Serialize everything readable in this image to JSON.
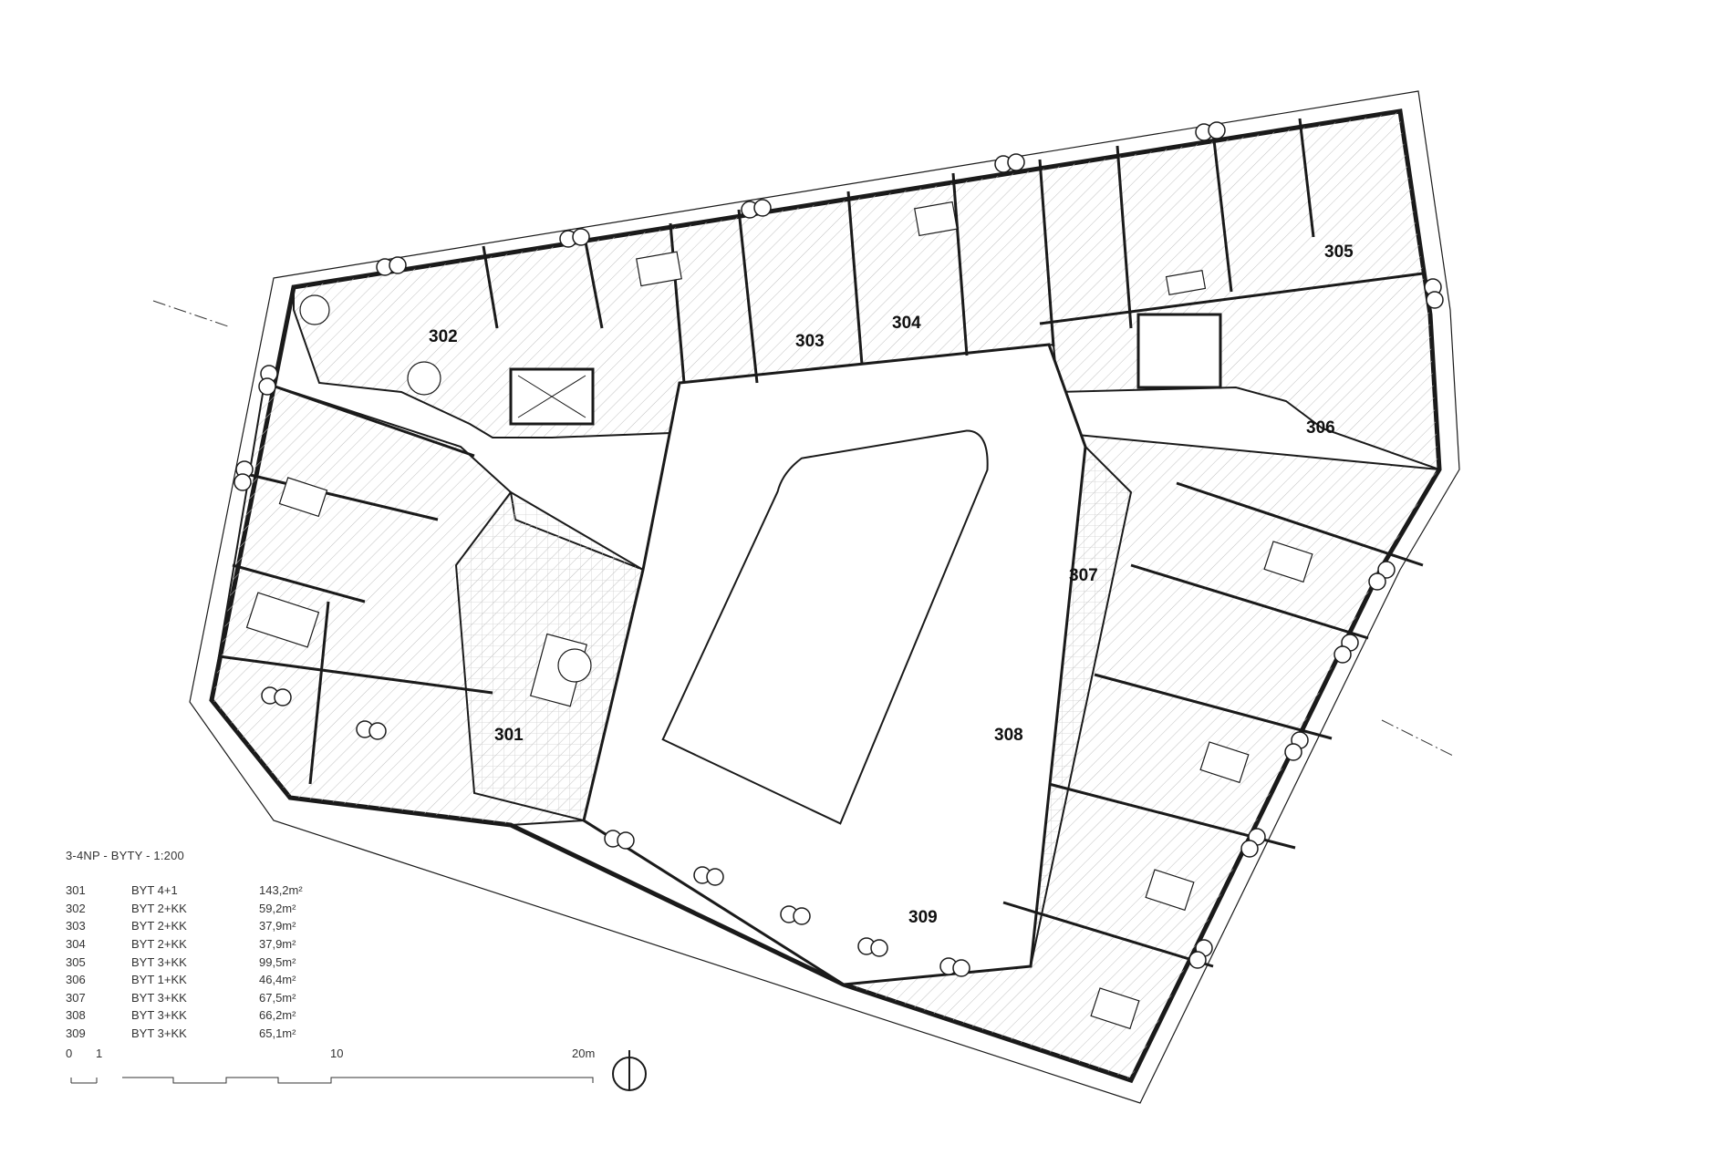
{
  "plan": {
    "title": "3-4NP - BYTY - 1:200",
    "unit_labels": [
      "302",
      "303",
      "304",
      "305",
      "306",
      "307",
      "308",
      "301",
      "309"
    ],
    "area_unit": "m²"
  },
  "units": [
    {
      "id": "301",
      "type": "BYT 4+1",
      "area": "143,2m²"
    },
    {
      "id": "302",
      "type": "BYT 2+KK",
      "area": "59,2m²"
    },
    {
      "id": "303",
      "type": "BYT  2+KK",
      "area": "37,9m²"
    },
    {
      "id": "304",
      "type": "BYT 2+KK",
      "area": "37,9m²"
    },
    {
      "id": "305",
      "type": "BYT 3+KK",
      "area": "99,5m²"
    },
    {
      "id": "306",
      "type": "BYT 1+KK",
      "area": "46,4m²"
    },
    {
      "id": "307",
      "type": "BYT 3+KK",
      "area": "67,5m²"
    },
    {
      "id": "308",
      "type": "BYT 3+KK",
      "area": "66,2m²"
    },
    {
      "id": "309",
      "type": "BYT 3+KK",
      "area": "65,1m²"
    }
  ],
  "scale_bar": {
    "labels": [
      "0",
      "1",
      "10",
      "20m"
    ]
  },
  "north_arrow": {
    "icon": "north-arrow-icon"
  },
  "colors": {
    "line": "#1a1a1a",
    "hatch": "#b5b5b5",
    "background": "#ffffff"
  }
}
